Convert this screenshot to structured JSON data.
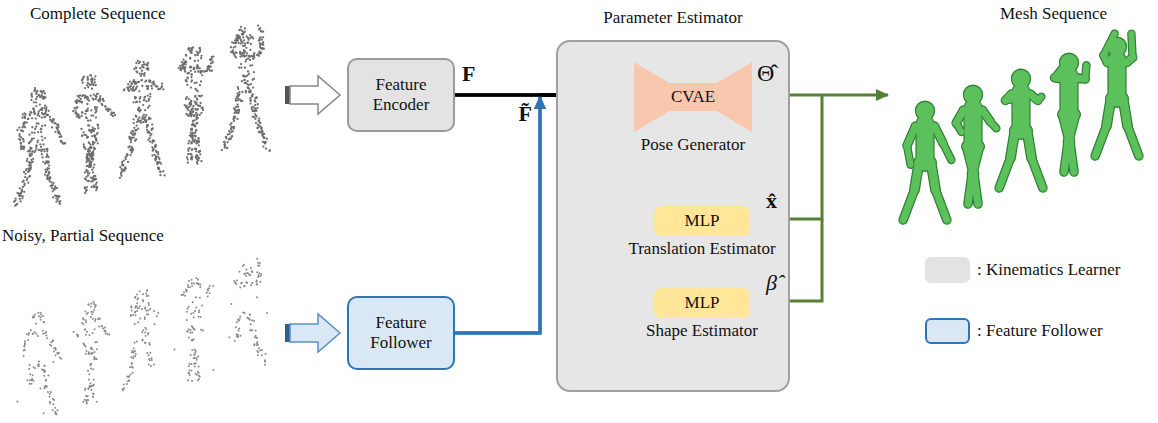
{
  "diagram": {
    "nodes": [
      {
        "text": [
          "Feature Encoder"
        ]
      },
      {
        "text": [
          "Feature Follower"
        ]
      },
      {
        "text": [
          "Parameter Estimator"
        ]
      },
      {
        "text": [
          "CVAE",
          "Pose Generator"
        ],
        "in": 2
      },
      {
        "text": [
          "MLP",
          "Translation Estimator"
        ],
        "in": 2
      },
      {
        "text": [
          "MLP",
          "Shape Estimator"
        ],
        "in": 2
      }
    ],
    "edges": [
      {
        "from": 0,
        "to": 3,
        "arrow": "to",
        "label": "F"
      },
      {
        "from": 0,
        "to": 4,
        "arrow": "to"
      },
      {
        "from": 0,
        "to": 5,
        "arrow": "to"
      },
      {
        "from": 1,
        "to": 3,
        "arrow": "to",
        "label": "F̃"
      },
      {
        "from": 1,
        "to": 4,
        "arrow": "to"
      },
      {
        "from": 1,
        "to": 5,
        "arrow": "to"
      }
    ],
    "labels": [
      "Complete Sequence",
      "Noisy, Partial Sequence",
      "Mesh Sequence",
      "Θ̂",
      "x̂",
      "β̂"
    ],
    "legend": [
      {
        "text": ": Kinematics Learner",
        "color": "#e3e3e3"
      },
      {
        "text": ": Feature Follower",
        "color": "#dae8f5"
      }
    ]
  }
}
